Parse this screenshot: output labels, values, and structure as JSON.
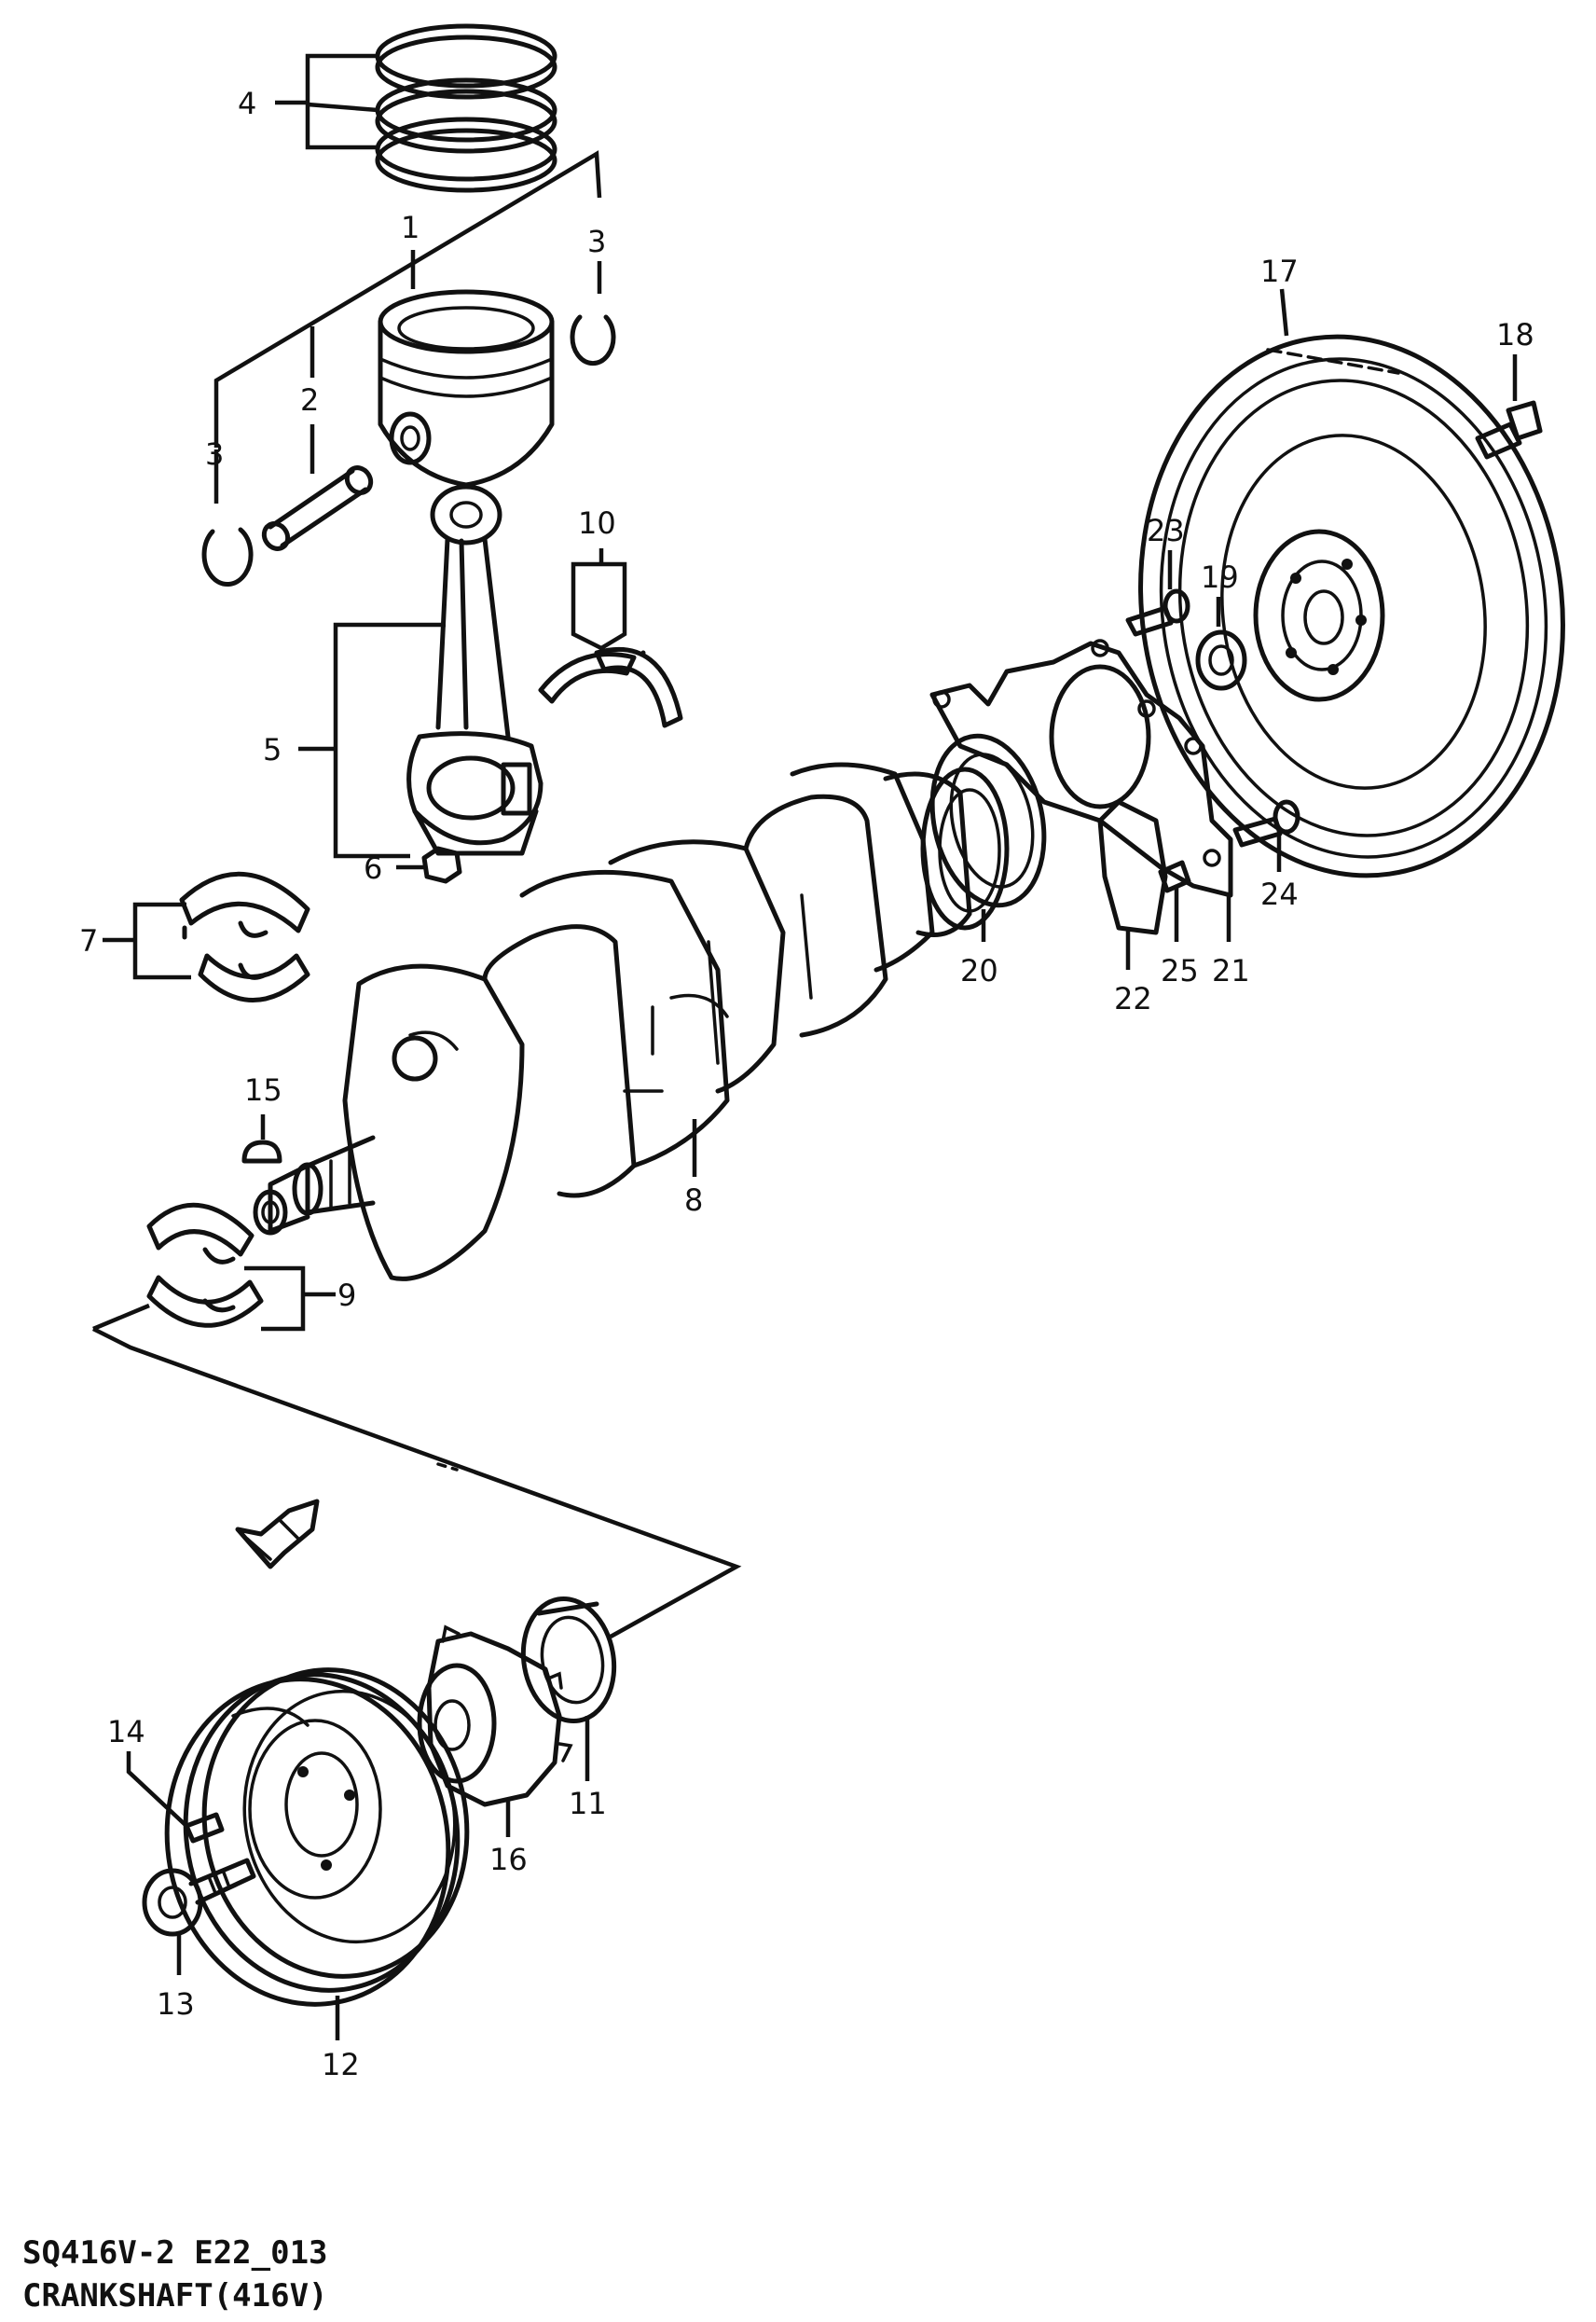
{
  "caption": {
    "code": "SQ416V-2 E22_013",
    "title": "CRANKSHAFT(416V)"
  },
  "callouts": [
    "1",
    "2",
    "3",
    "3",
    "4",
    "5",
    "6",
    "7",
    "8",
    "9",
    "10",
    "11",
    "12",
    "13",
    "14",
    "15",
    "16",
    "17",
    "18",
    "19",
    "20",
    "21",
    "22",
    "23",
    "24",
    "25"
  ],
  "icons": {
    "direction": "front-direction-arrow-icon"
  },
  "colors": {
    "ink": "#111111",
    "paper": "#ffffff"
  }
}
